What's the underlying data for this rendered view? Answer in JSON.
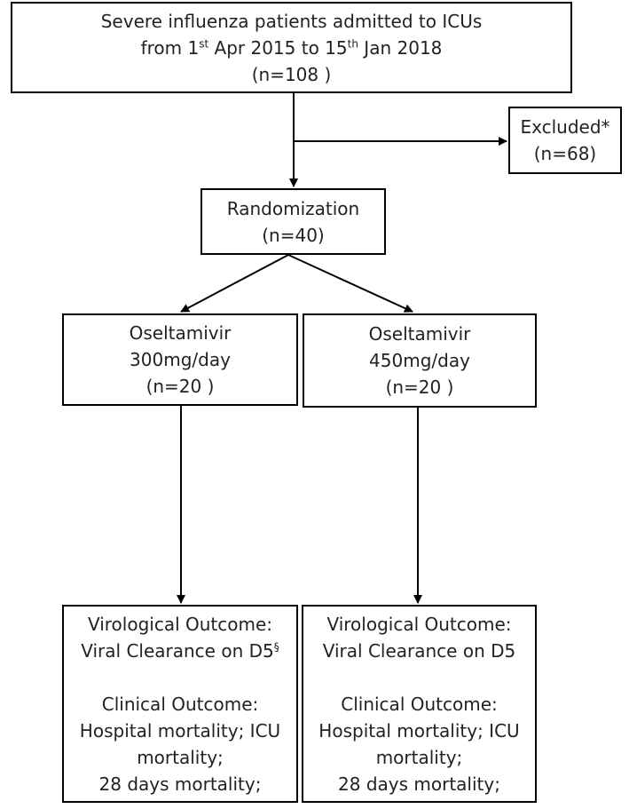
{
  "enrolled": {
    "line1": "Severe influenza patients admitted to ICUs",
    "line2_a": "from 1",
    "line2_sup1": "st",
    "line2_b": " Apr 2015 to 15",
    "line2_sup2": "th",
    "line2_c": " Jan 2018",
    "count": "(n=108 )"
  },
  "excluded": {
    "label": "Excluded*",
    "count": "(n=68)"
  },
  "randomization": {
    "label": "Randomization",
    "count": "(n=40)"
  },
  "arms": [
    {
      "drug": "Oseltamivir",
      "dose": "300mg/day",
      "count": "(n=20 )"
    },
    {
      "drug": "Oseltamivir",
      "dose": "450mg/day",
      "count": "(n=20 )"
    }
  ],
  "outcomes": [
    {
      "virological_heading": "Virological Outcome:",
      "virological_measure": "Viral Clearance on D5",
      "virological_mark": "§",
      "clinical_heading": "Clinical Outcome:",
      "clinical_line1": "Hospital mortality; ICU",
      "clinical_line2": "mortality;",
      "clinical_line3": "28 days mortality;"
    },
    {
      "virological_heading": "Virological Outcome:",
      "virological_measure": "Viral Clearance on D5",
      "virological_mark": "",
      "clinical_heading": "Clinical Outcome:",
      "clinical_line1": "Hospital mortality; ICU",
      "clinical_line2": "mortality;",
      "clinical_line3": "28 days mortality;"
    }
  ]
}
